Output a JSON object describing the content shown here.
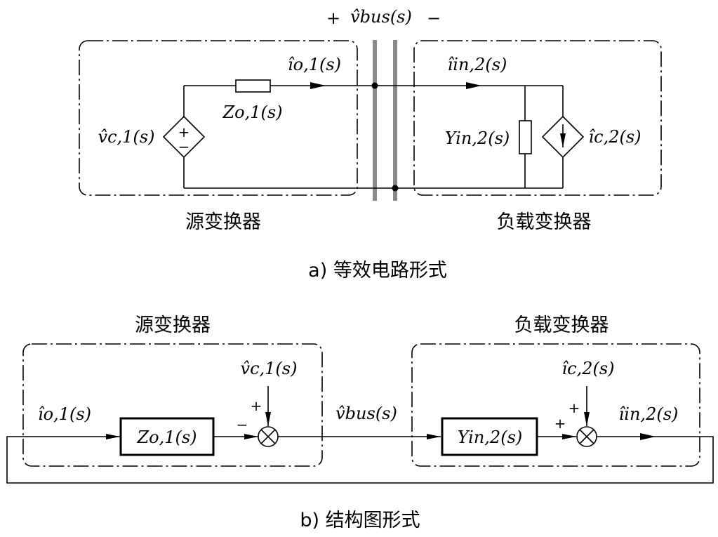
{
  "part_a": {
    "bus_voltage_label": "v̂bus(s)",
    "bus_plus": "+",
    "bus_minus": "−",
    "source_label": "源变换器",
    "load_label": "负载变换器",
    "vc1_label": "v̂c,1(s)",
    "zo1_label": "Zo,1(s)",
    "io1_label": "îo,1(s)",
    "iin2_label": "îin,2(s)",
    "yin2_label": "Yin,2(s)",
    "ic2_label": "îc,2(s)",
    "src_plus": "+",
    "src_minus": "−",
    "caption": "a) 等效电路形式"
  },
  "part_b": {
    "source_label": "源变换器",
    "load_label": "负载变换器",
    "io1_label": "îo,1(s)",
    "zo1_label": "Zo,1(s)",
    "vc1_label": "v̂c,1(s)",
    "sum1_plus": "+",
    "sum1_minus": "−",
    "vbus_label": "v̂bus(s)",
    "yin2_label": "Yin,2(s)",
    "ic2_label": "îc,2(s)",
    "sum2_plus_top": "+",
    "sum2_plus_left": "+",
    "iin2_label": "îin,2(s)",
    "caption": "b) 结构图形式"
  }
}
